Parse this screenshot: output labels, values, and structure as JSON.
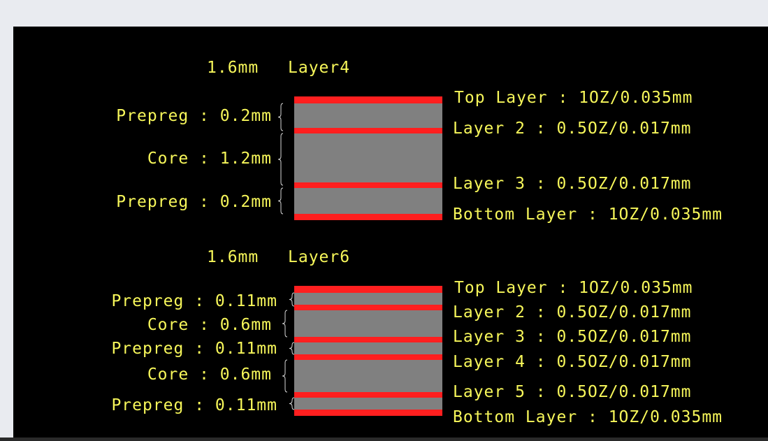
{
  "colors": {
    "background": "#000000",
    "text": "#f7f75a",
    "copper": "#ff1f1f",
    "dielectric": "#808080",
    "bracket": "#d9d9d9",
    "window": "#e9ebf0"
  },
  "stack4": {
    "thickness": "1.6mm",
    "name": "Layer4",
    "dielectrics": [
      "Prepreg : 0.2mm",
      "Core : 1.2mm",
      "Prepreg : 0.2mm"
    ],
    "copper": [
      "Top Layer : 1OZ/0.035mm",
      "Layer 2 : 0.5OZ/0.017mm",
      "Layer 3 : 0.5OZ/0.017mm",
      "Bottom Layer : 1OZ/0.035mm"
    ]
  },
  "stack6": {
    "thickness": "1.6mm",
    "name": "Layer6",
    "dielectrics": [
      "Prepreg : 0.11mm",
      "Core : 0.6mm",
      "Prepreg : 0.11mm",
      "Core : 0.6mm",
      "Prepreg : 0.11mm"
    ],
    "copper": [
      "Top Layer : 1OZ/0.035mm",
      "Layer 2 : 0.5OZ/0.017mm",
      "Layer 3 : 0.5OZ/0.017mm",
      "Layer 4 : 0.5OZ/0.017mm",
      "Layer 5 : 0.5OZ/0.017mm",
      "Bottom Layer : 1OZ/0.035mm"
    ]
  }
}
